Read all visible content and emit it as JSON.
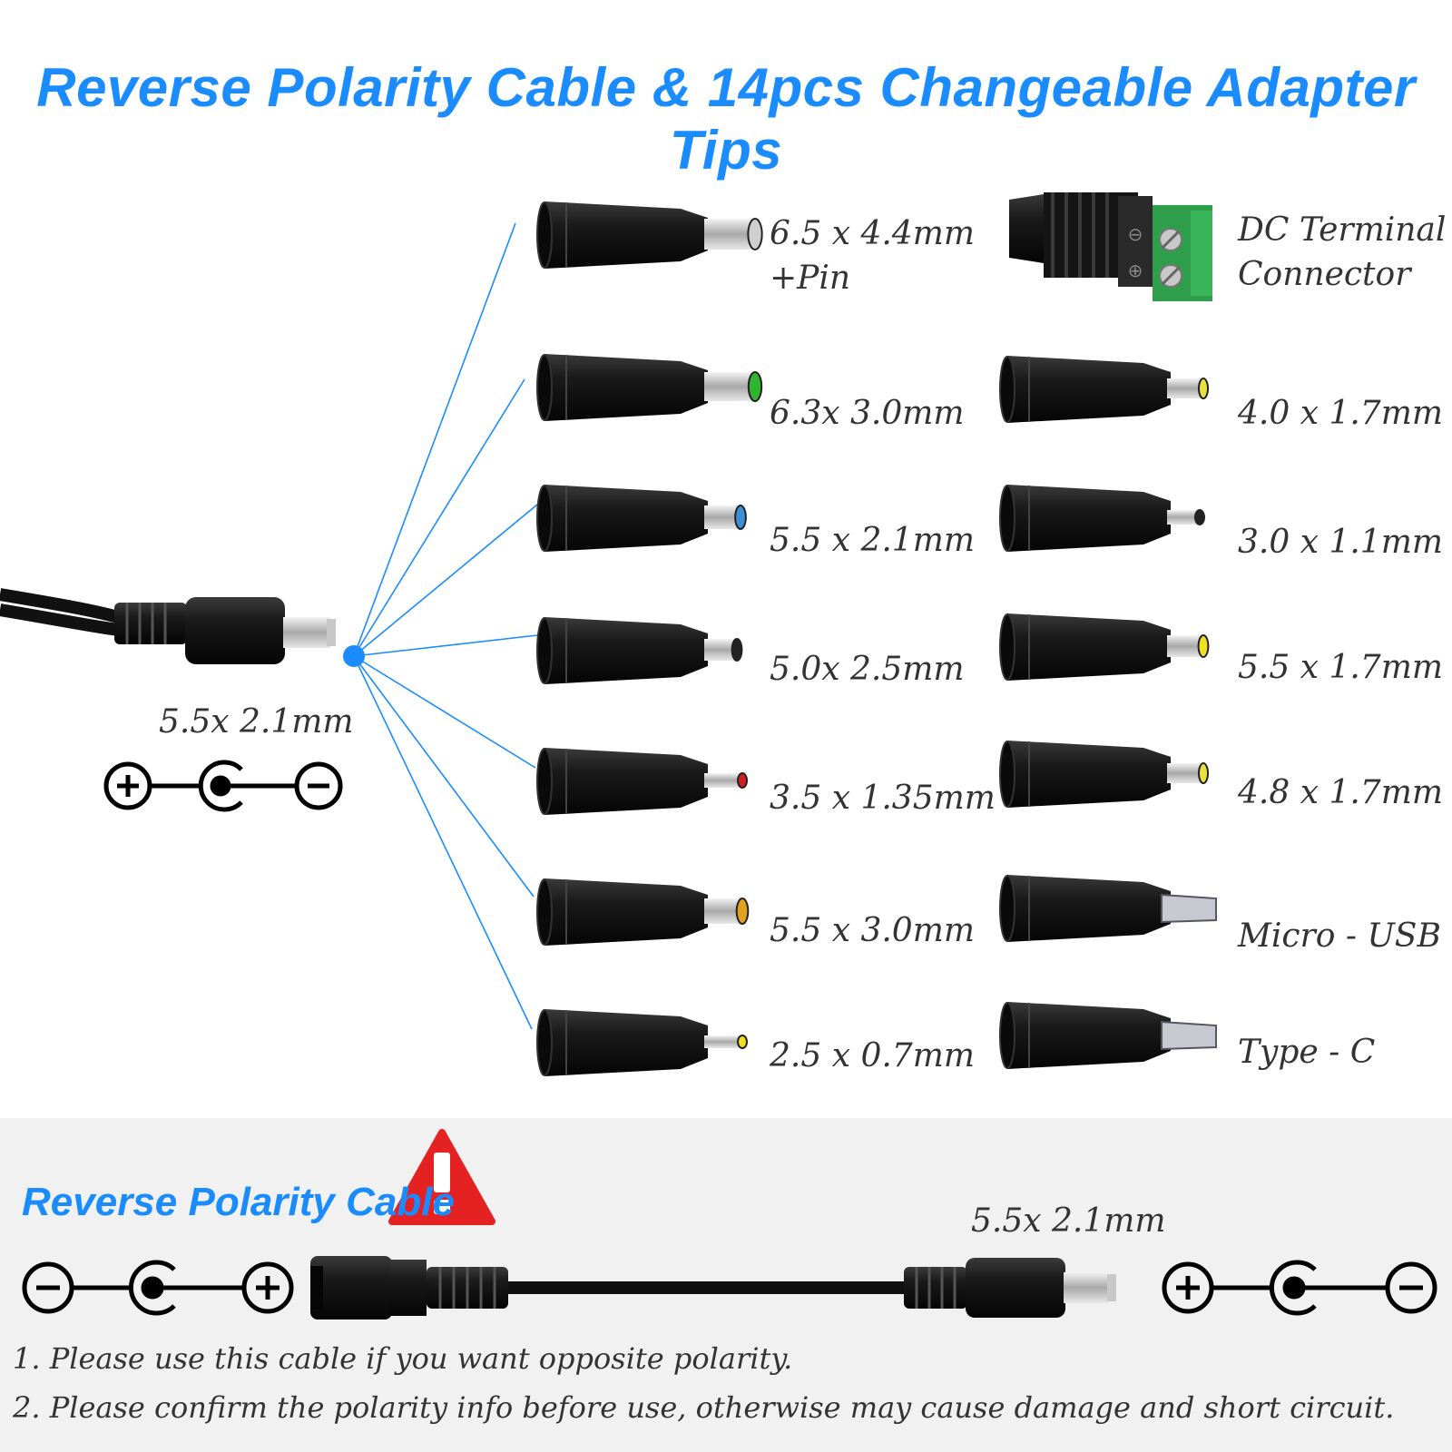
{
  "header": {
    "title": "Reverse Polarity Cable & 14pcs Changeable Adapter Tips"
  },
  "main_cable": {
    "size_label": "5.5x 2.1mm"
  },
  "tips_left": [
    {
      "label_line1": "6.5 x 4.4mm",
      "label_line2": "+Pin",
      "color": "#cfcfcf"
    },
    {
      "label_line1": "6.3x 3.0mm",
      "color": "#2fb52f"
    },
    {
      "label_line1": "5.5 x 2.1mm",
      "color": "#3a8fd6"
    },
    {
      "label_line1": "5.0x 2.5mm",
      "color": "#222222"
    },
    {
      "label_line1": "3.5 x 1.35mm",
      "color": "#d22020"
    },
    {
      "label_line1": "5.5 x 3.0mm",
      "color": "#e0a020"
    },
    {
      "label_line1": "2.5 x 0.7mm",
      "color": "#f0e020"
    }
  ],
  "tips_right": [
    {
      "label_line1": "DC Terminal",
      "label_line2": "Connector",
      "color": "#2e9e4a"
    },
    {
      "label_line1": "4.0 x 1.7mm",
      "color": "#e8e040"
    },
    {
      "label_line1": "3.0 x 1.1mm",
      "color": "#222222"
    },
    {
      "label_line1": "5.5 x 1.7mm",
      "color": "#f0e020"
    },
    {
      "label_line1": "4.8 x 1.7mm",
      "color": "#e8e040"
    },
    {
      "label_line1": "Micro - USB",
      "color": "#9a9ab0"
    },
    {
      "label_line1": "Type - C",
      "color": "#9a9ab0"
    }
  ],
  "reverse": {
    "title": "Reverse Polarity Cable",
    "size_label": "5.5x 2.1mm",
    "notes": [
      "1. Please use this cable if you want opposite polarity.",
      "2. Please confirm the polarity info before use, otherwise may cause damage and short circuit."
    ]
  },
  "colors": {
    "accent": "#1a8cff",
    "warning": "#e52222",
    "panel": "#f1f1f1"
  }
}
